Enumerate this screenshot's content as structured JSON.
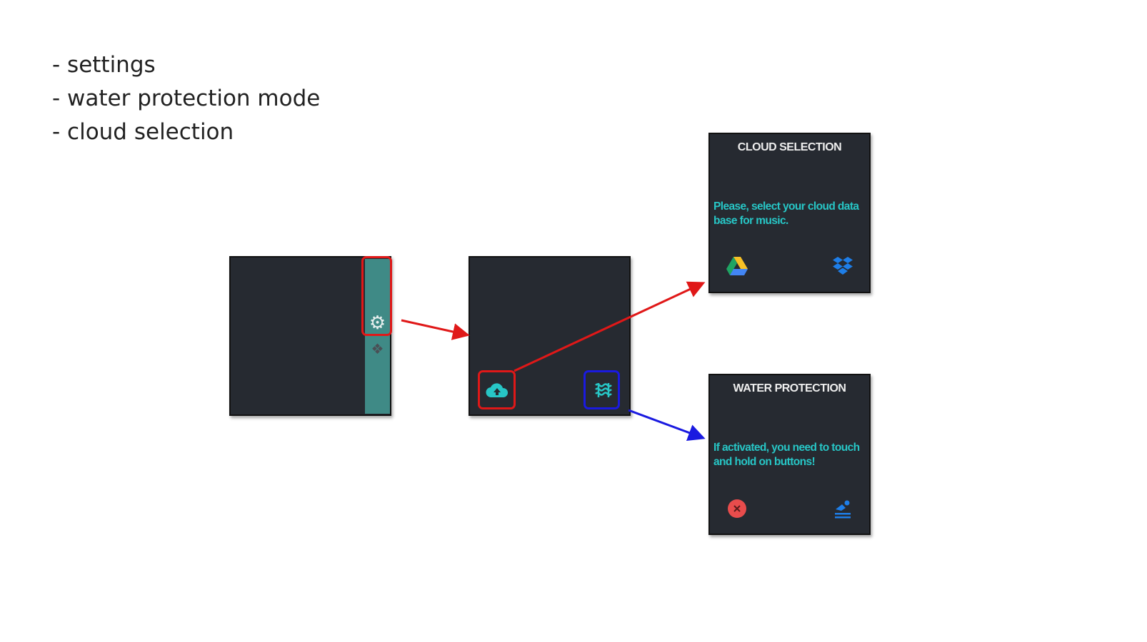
{
  "notes": [
    "- settings",
    "- water protection mode",
    "- cloud selection"
  ],
  "cloud_dialog": {
    "title": "CLOUD SELECTION",
    "message": "Please, select your cloud data base for music."
  },
  "water_dialog": {
    "title": "WATER PROTECTION",
    "message": "If activated, you need to touch and hold on buttons!"
  },
  "colors": {
    "panel": "#262a31",
    "teal": "#3f8a86",
    "cyan": "#27c6c6",
    "red_highlight": "#e01818",
    "blue_highlight": "#1a1ae0"
  }
}
